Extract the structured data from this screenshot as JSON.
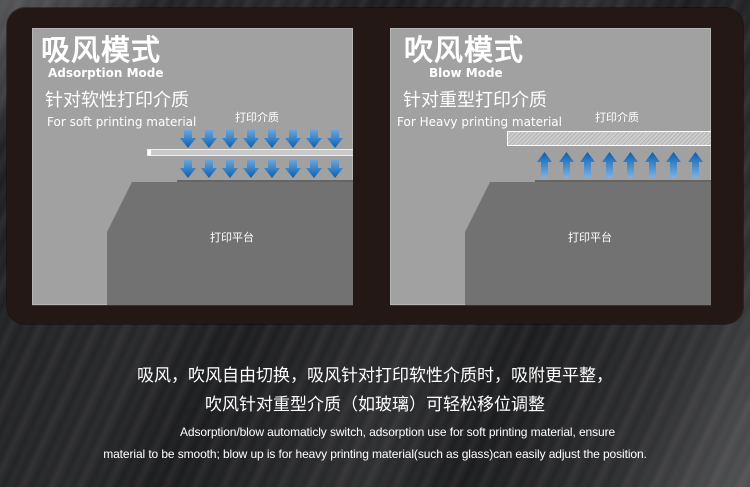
{
  "panels": {
    "adsorption": {
      "title_cn": "吸风模式",
      "title_en": "Adsorption Mode",
      "subtitle_cn": "针对软性打印介质",
      "subtitle_en": "For soft printing material",
      "media_label": "打印介质",
      "platform_label": "打印平台",
      "arrow_direction": "down",
      "arrow_count_per_row": 8,
      "arrow_rows": 2
    },
    "blow": {
      "title_cn": "吹风模式",
      "title_en": "Blow Mode",
      "subtitle_cn": "针对重型打印介质",
      "subtitle_en": "For Heavy printing material",
      "media_label": "打印介质",
      "platform_label": "打印平台",
      "arrow_direction": "up",
      "arrow_count_per_row": 8,
      "arrow_rows": 1
    }
  },
  "caption": {
    "cn_line1": "吸风，吹风自由切换，吸风针对打印软性介质时，吸附更平整，",
    "cn_line2": "吹风针对重型介质（如玻璃）可轻松移位调整",
    "en_line1": "Adsorption/blow automaticly switch, adsorption use for soft printing material, ensure",
    "en_line2": "material to be smooth; blow up is for heavy printing material(such as glass)can easily adjust the position."
  },
  "colors": {
    "frame": "#231816",
    "panel": "#a1a1a1",
    "platform": "#727272",
    "arrow_top": "#5b9bd8",
    "arrow_bottom": "#0a5fb0"
  }
}
